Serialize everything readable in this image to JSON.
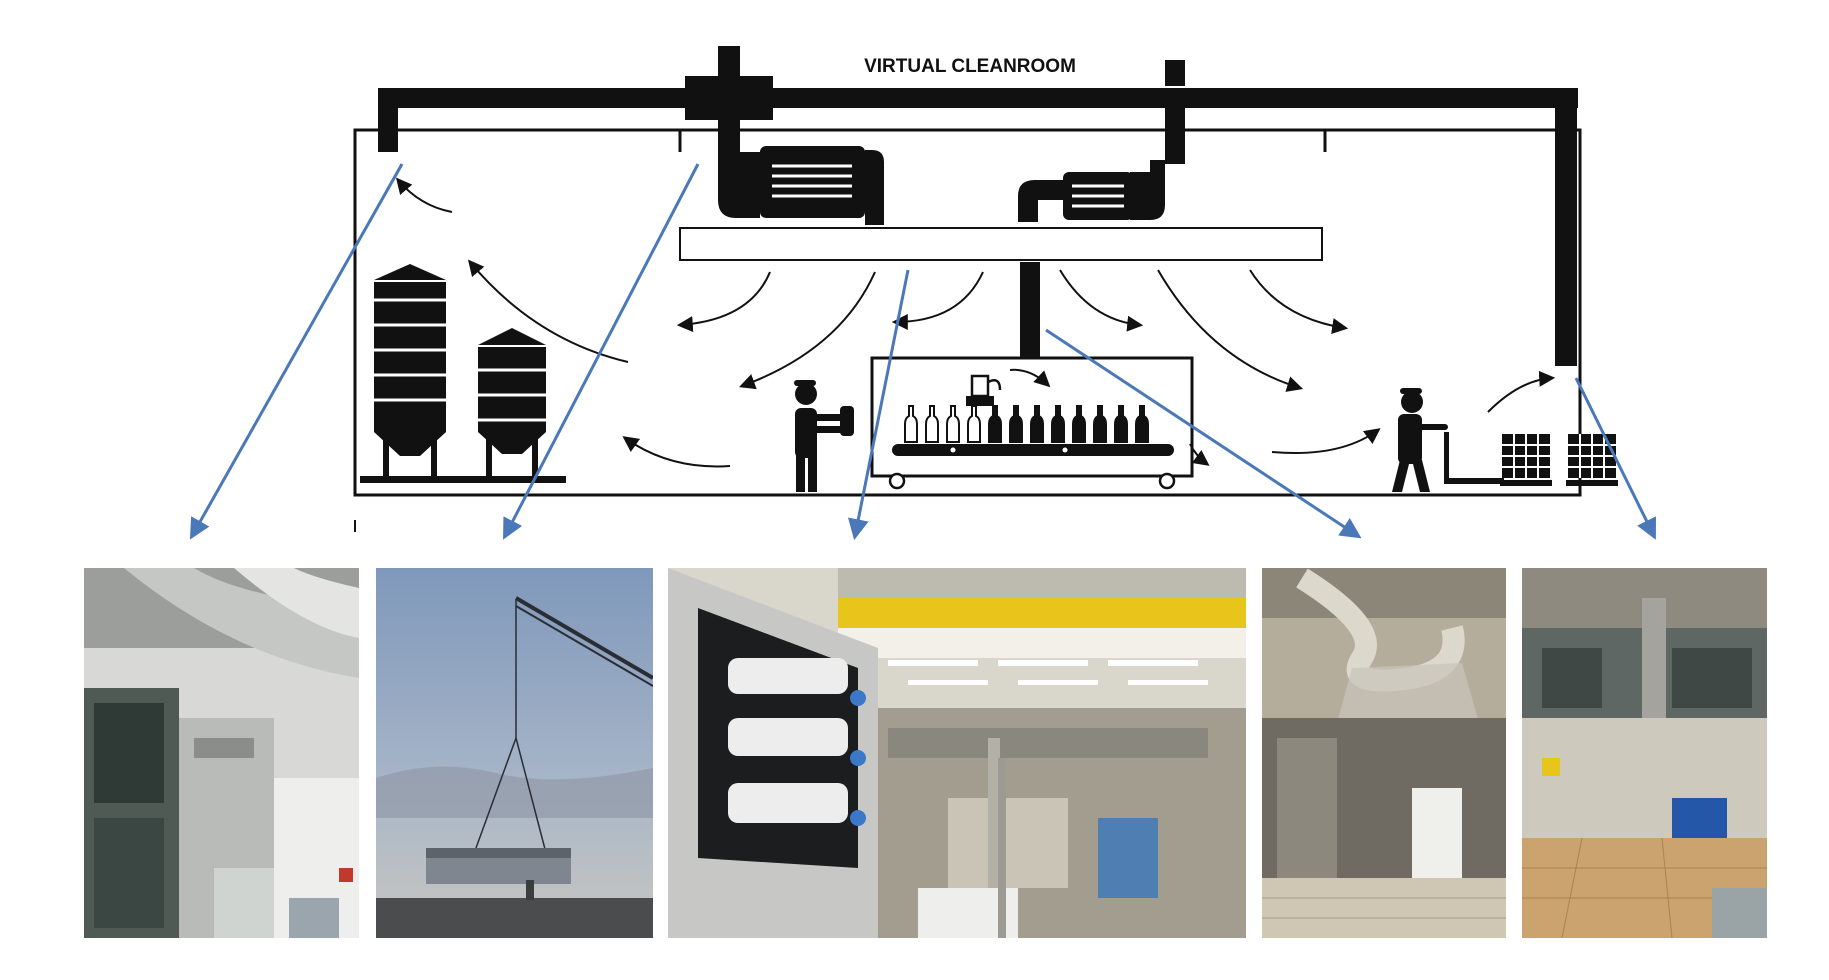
{
  "diagram": {
    "title": "VIRTUAL CLEANROOM"
  },
  "photos": [
    {
      "subject": "overhead air duct above window",
      "icon": "duct-photo"
    },
    {
      "subject": "crane lifting air handling unit",
      "icon": "crane-photo"
    },
    {
      "subject": "uv air purifier cabinet overlooking bottling hall",
      "icon": "uv-cabinet-photo"
    },
    {
      "subject": "ducted air outlet over filling machine",
      "icon": "filler-photo"
    },
    {
      "subject": "bottling hall with duct column and bin",
      "icon": "hall-photo"
    }
  ],
  "colors": {
    "ink": "#111111",
    "pointer": "#4a78b8",
    "sky": "#8fa6c4",
    "steel": "#b7b9b8",
    "floor": "#caa36f",
    "yellow": "#e8c51a"
  }
}
